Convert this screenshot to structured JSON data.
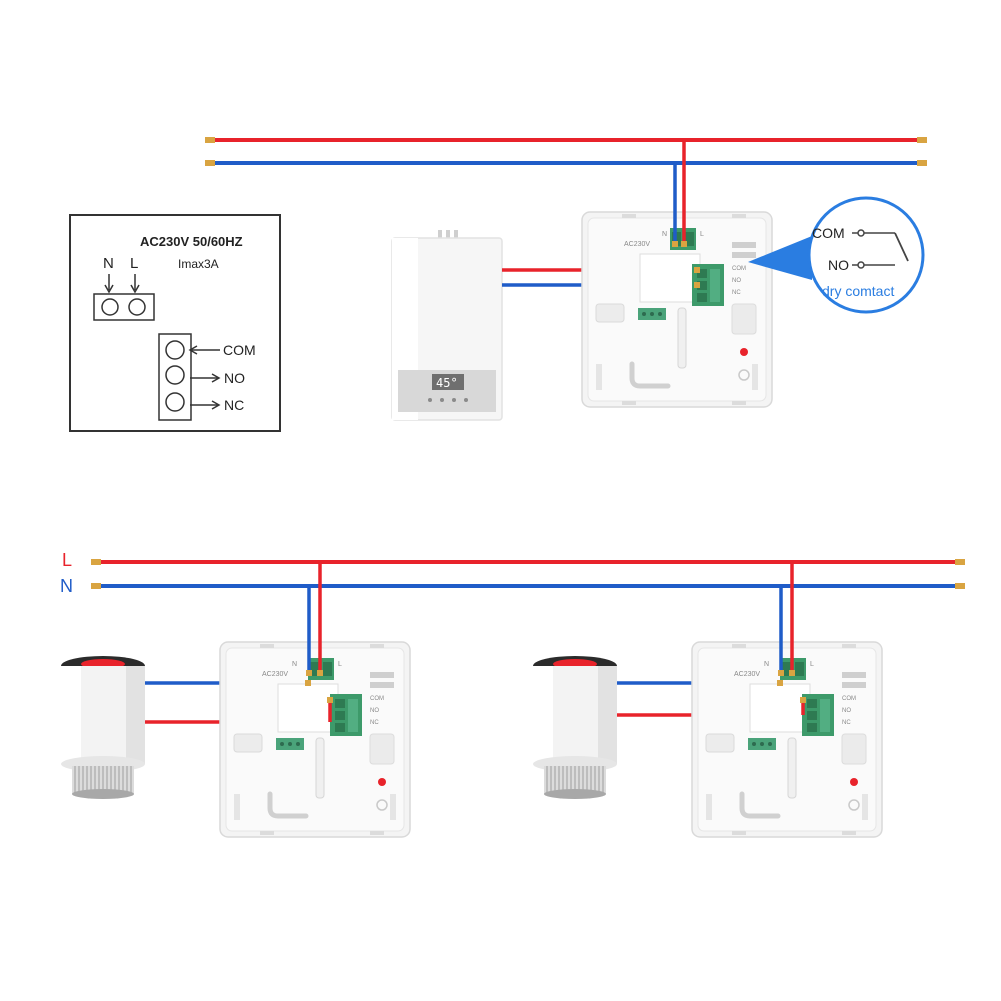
{
  "colors": {
    "live_wire": "#e8232b",
    "neutral_wire": "#1f5cc8",
    "wire_tip": "#d9a441",
    "terminal_green": "#3d9a6a",
    "callout_blue": "#2a7de1",
    "label_red": "#e8232b",
    "label_blue": "#1f5cc8"
  },
  "terminal_box": {
    "supply_rating": "AC230V 50/60HZ",
    "current_rating": "Imax3A",
    "neutral_label": "N",
    "live_label": "L",
    "com_label": "COM",
    "no_label": "NO",
    "nc_label": "NC"
  },
  "dry_contact_callout": {
    "com_label": "COM",
    "no_label": "NO",
    "caption": "dry comtact"
  },
  "boiler": {
    "display_value": "45°"
  },
  "thermostat_back": {
    "voltage_label": "AC230V",
    "n_label": "N",
    "l_label": "L",
    "com_label": "COM",
    "no_label": "NO",
    "nc_label": "NC"
  },
  "lower_bus": {
    "live_label": "L",
    "neutral_label": "N"
  },
  "icons": [
    "boiler-icon",
    "thermostat-back-icon",
    "thermal-actuator-icon",
    "relay-switch-icon"
  ]
}
